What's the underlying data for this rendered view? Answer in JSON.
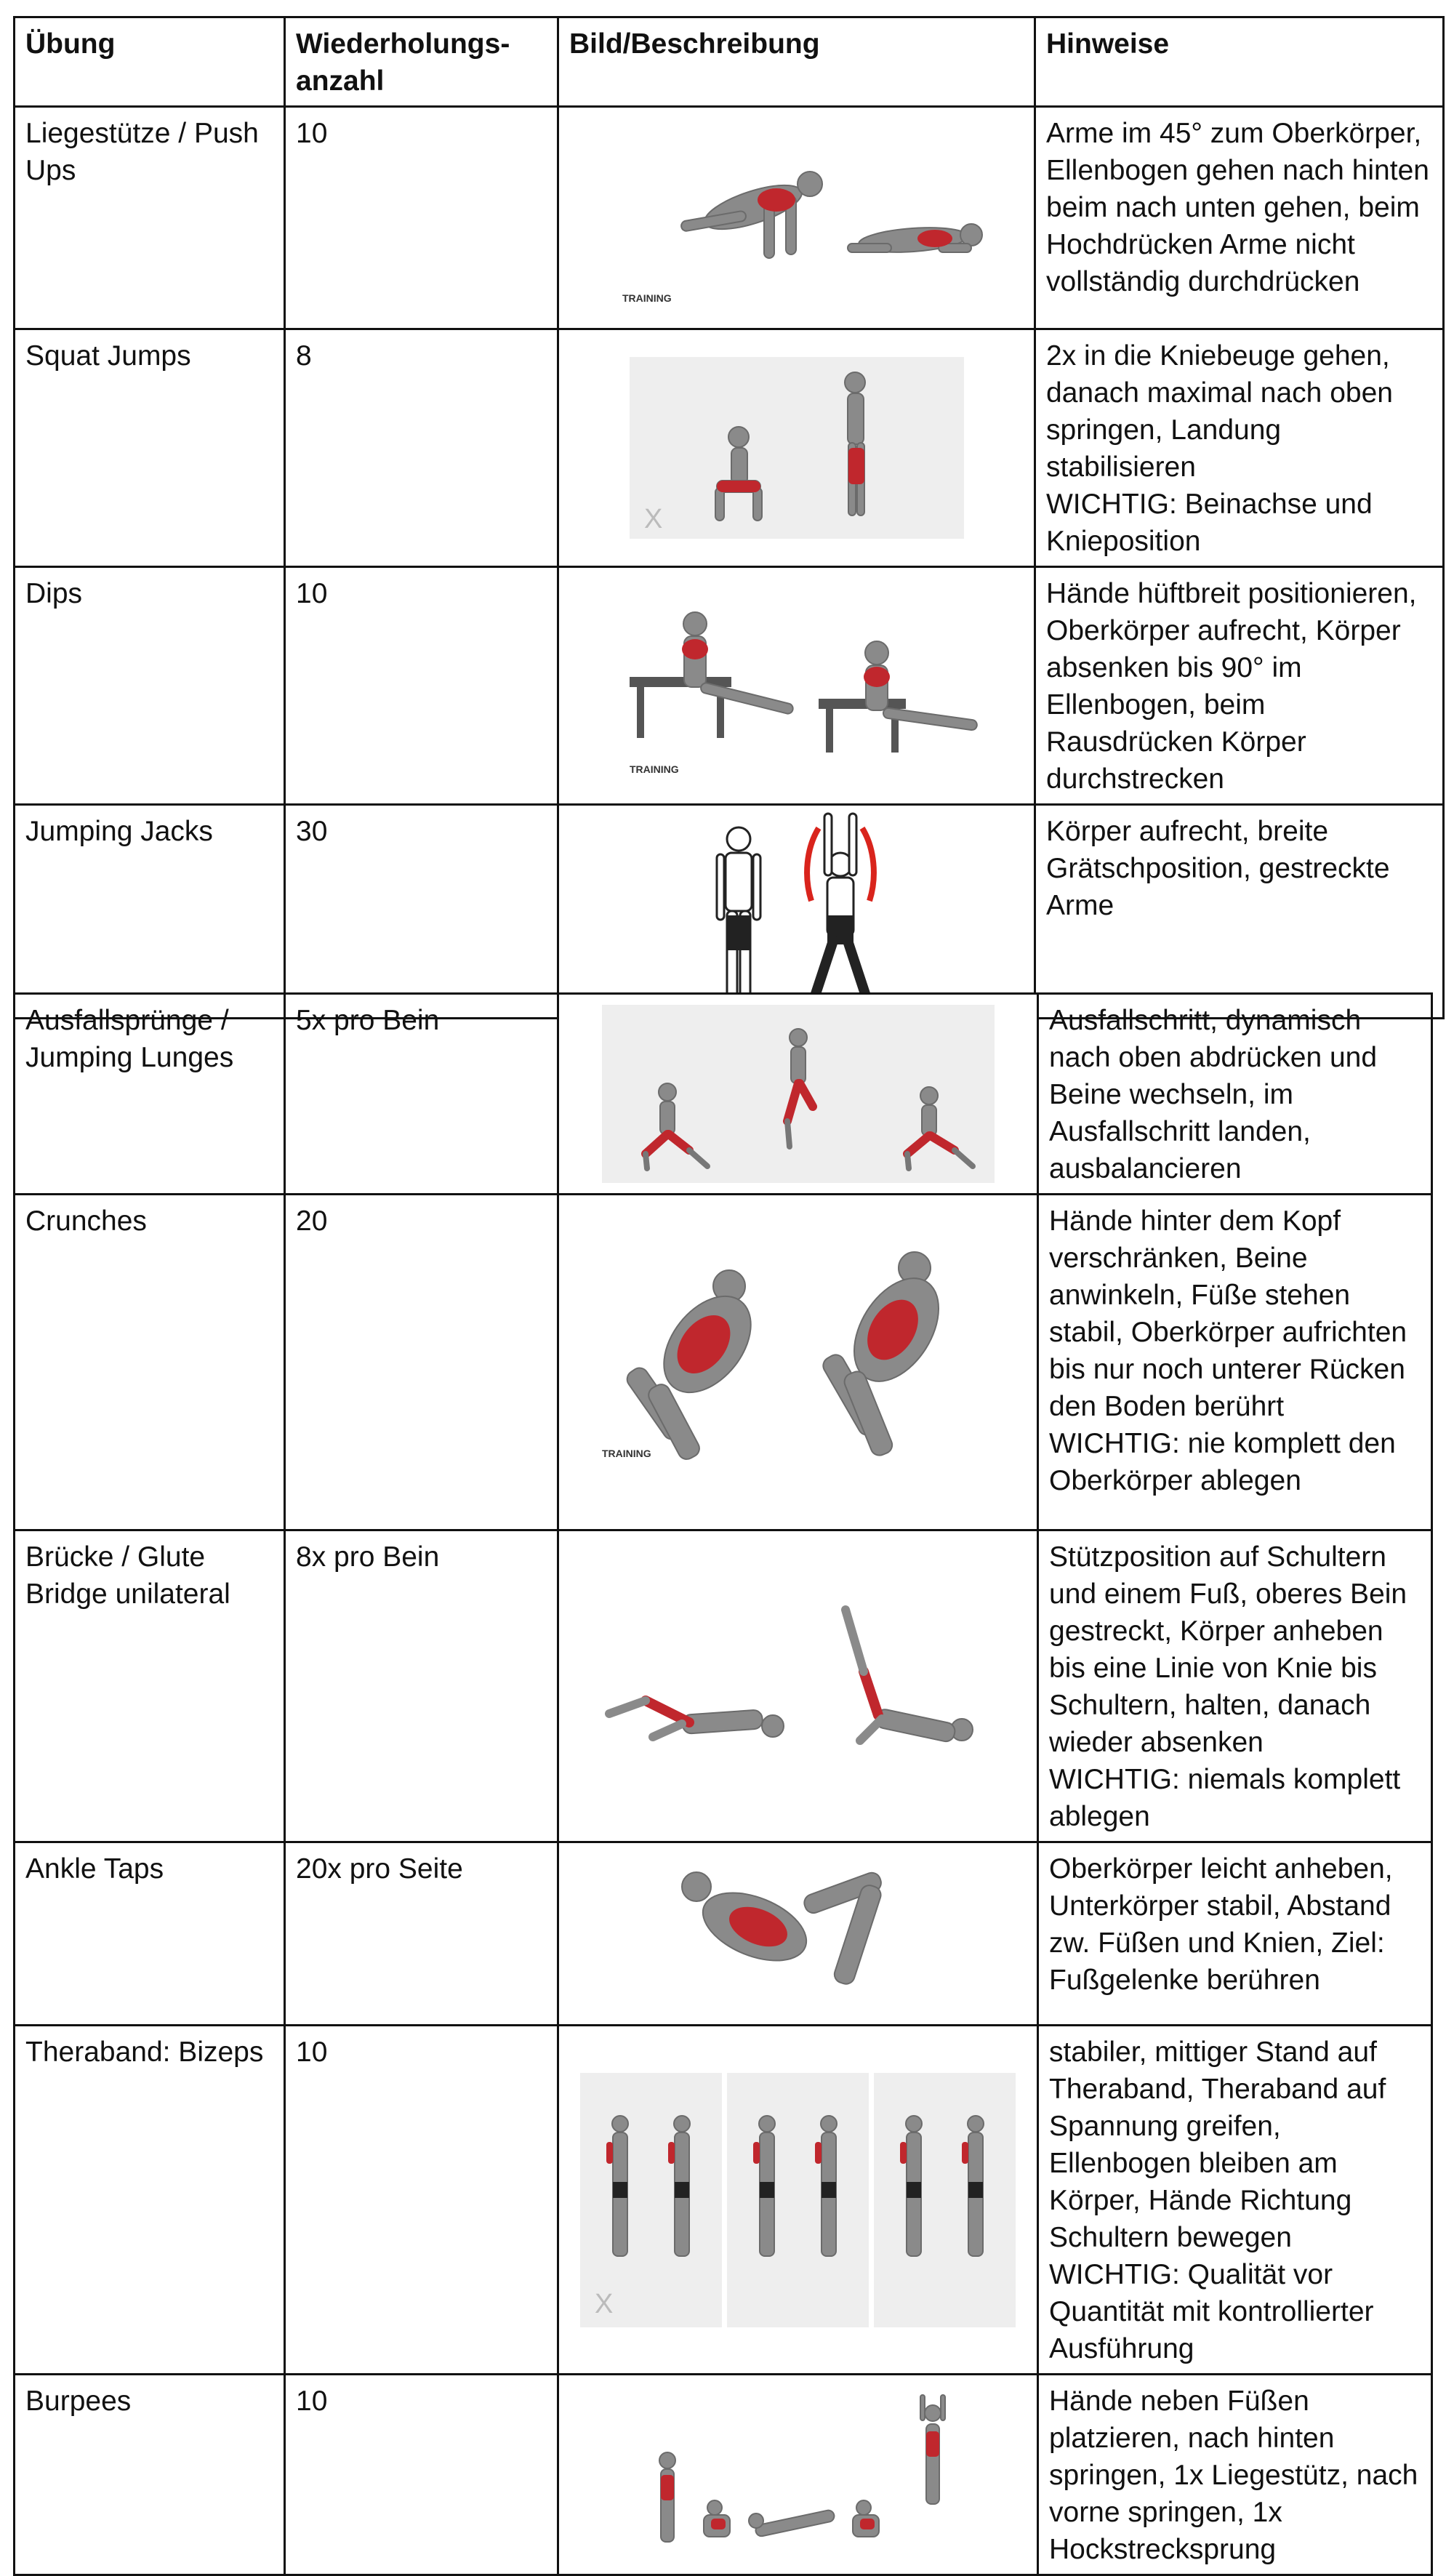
{
  "table1": {
    "headers": [
      "Übung",
      "Wiederholungs-\nanzahl",
      "Bild/Beschreibung",
      "Hinweise"
    ],
    "rows": [
      {
        "exercise": "Liegestütze / Push Ups",
        "reps": "10",
        "image_icon": "push-up-illustration",
        "note": "Arme im 45° zum Oberkörper, Ellenbogen gehen nach hinten beim nach unten gehen, beim Hochdrücken Arme nicht vollständig durchdrücken"
      },
      {
        "exercise": "Squat Jumps",
        "reps": "8",
        "image_icon": "squat-jump-illustration",
        "note": "2x in die Kniebeuge gehen, danach maximal nach oben springen, Landung stabilisieren\nWICHTIG: Beinachse und Knieposition"
      },
      {
        "exercise": "Dips",
        "reps": "10",
        "image_icon": "dips-illustration",
        "note": "Hände hüftbreit positionieren, Oberkörper aufrecht, Körper absenken bis 90° im Ellenbogen, beim Rausdrücken Körper durchstrecken"
      },
      {
        "exercise": "Jumping Jacks",
        "reps": "30",
        "image_icon": "jumping-jacks-illustration",
        "note": "Körper aufrecht, breite Grätschposition, gestreckte Arme"
      }
    ]
  },
  "table2": {
    "rows": [
      {
        "exercise": "Ausfallsprünge / Jumping Lunges",
        "reps": "5x pro Bein",
        "image_icon": "jumping-lunges-illustration",
        "note": "Ausfallschritt, dynamisch nach oben abdrücken und Beine wechseln, im Ausfallschritt landen, ausbalancieren"
      },
      {
        "exercise": "Crunches",
        "reps": "20",
        "image_icon": "crunches-illustration",
        "note": "Hände hinter dem Kopf verschränken, Beine anwinkeln, Füße stehen stabil, Oberkörper aufrichten bis nur noch unterer Rücken den Boden berührt\nWICHTIG: nie komplett den Oberkörper ablegen"
      },
      {
        "exercise": "Brücke / Glute Bridge unilateral",
        "reps": "8x pro Bein",
        "image_icon": "glute-bridge-illustration",
        "note": "Stützposition auf Schultern und einem Fuß, oberes Bein gestreckt, Körper anheben bis eine Linie von Knie bis Schultern, halten, danach wieder absenken\nWICHTIG: niemals komplett ablegen"
      },
      {
        "exercise": "Ankle Taps",
        "reps": "20x pro Seite",
        "image_icon": "ankle-taps-illustration",
        "note": "Oberkörper leicht anheben, Unterkörper stabil, Abstand zw. Füßen und Knien, Ziel: Fußgelenke berühren"
      },
      {
        "exercise": "Theraband: Bizeps",
        "reps": "10",
        "image_icon": "theraband-biceps-illustration",
        "note": "stabiler, mittiger Stand auf Theraband, Theraband auf Spannung greifen, Ellenbogen bleiben am Körper, Hände Richtung Schultern bewegen\nWICHTIG: Qualität vor Quantität mit kontrollierter Ausführung"
      },
      {
        "exercise": "Burpees",
        "reps": "10",
        "image_icon": "burpees-illustration",
        "note": "Hände neben Füßen platzieren, nach hinten springen, 1x Liegestütz, nach vorne springen, 1x Hockstrecksprung"
      }
    ]
  },
  "image_text": {
    "training_stamp": "TRAINING",
    "x_watermark": "X"
  },
  "colors": {
    "border": "#111111",
    "muscle_highlight": "#c0272d",
    "figure_gray": "#8a8a8a",
    "image_background": "#eeeeee"
  }
}
